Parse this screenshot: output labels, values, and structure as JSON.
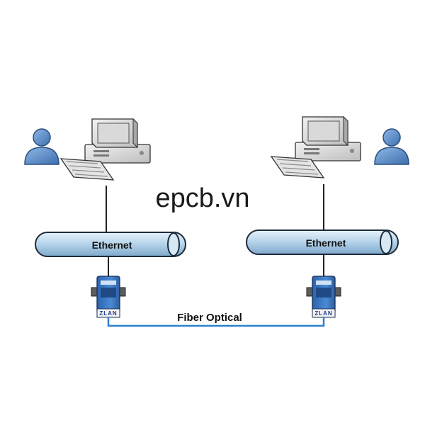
{
  "watermark": "epcb.vn",
  "link_label": "Fiber Optical",
  "left_network": {
    "ethernet_label": "Ethernet",
    "converter_brand": "ZLAN"
  },
  "right_network": {
    "ethernet_label": "Ethernet",
    "converter_brand": "ZLAN"
  },
  "colors": {
    "pipe_fill": "#b9d6ec",
    "pipe_stroke": "#1e2a3a",
    "fiber_line": "#2e7fd1",
    "user_icon": "#5b8fc9",
    "device_body": "#3a78c4"
  },
  "icons": [
    "user-icon",
    "computer-icon",
    "keyboard-icon",
    "ethernet-pipe",
    "serial-converter-icon"
  ]
}
